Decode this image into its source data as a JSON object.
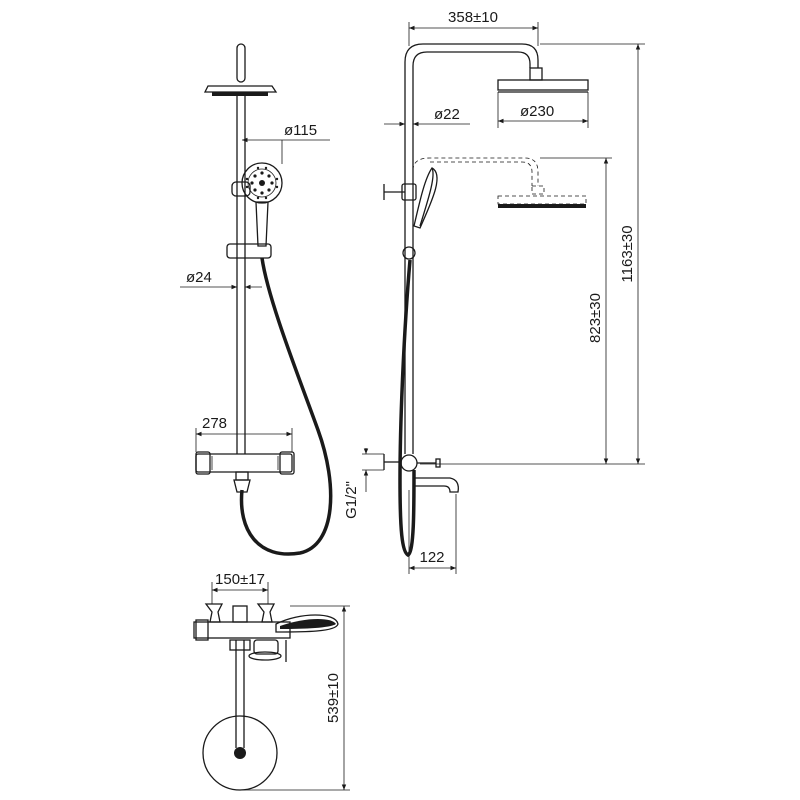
{
  "dimensions": {
    "arm_reach": "358±10",
    "riser_diameter": "ø22",
    "overhead_diameter": "ø230",
    "hand_shower_diameter": "ø115",
    "slide_bar_diameter": "ø24",
    "mixer_width": "278",
    "overall_height": "1163±30",
    "min_height": "823±30",
    "inlet_thread": "G1/2\"",
    "spout_projection": "122",
    "inlet_centres": "150±17",
    "depth": "539±10"
  },
  "colors": {
    "line": "#1a1a1a",
    "background": "#ffffff"
  }
}
